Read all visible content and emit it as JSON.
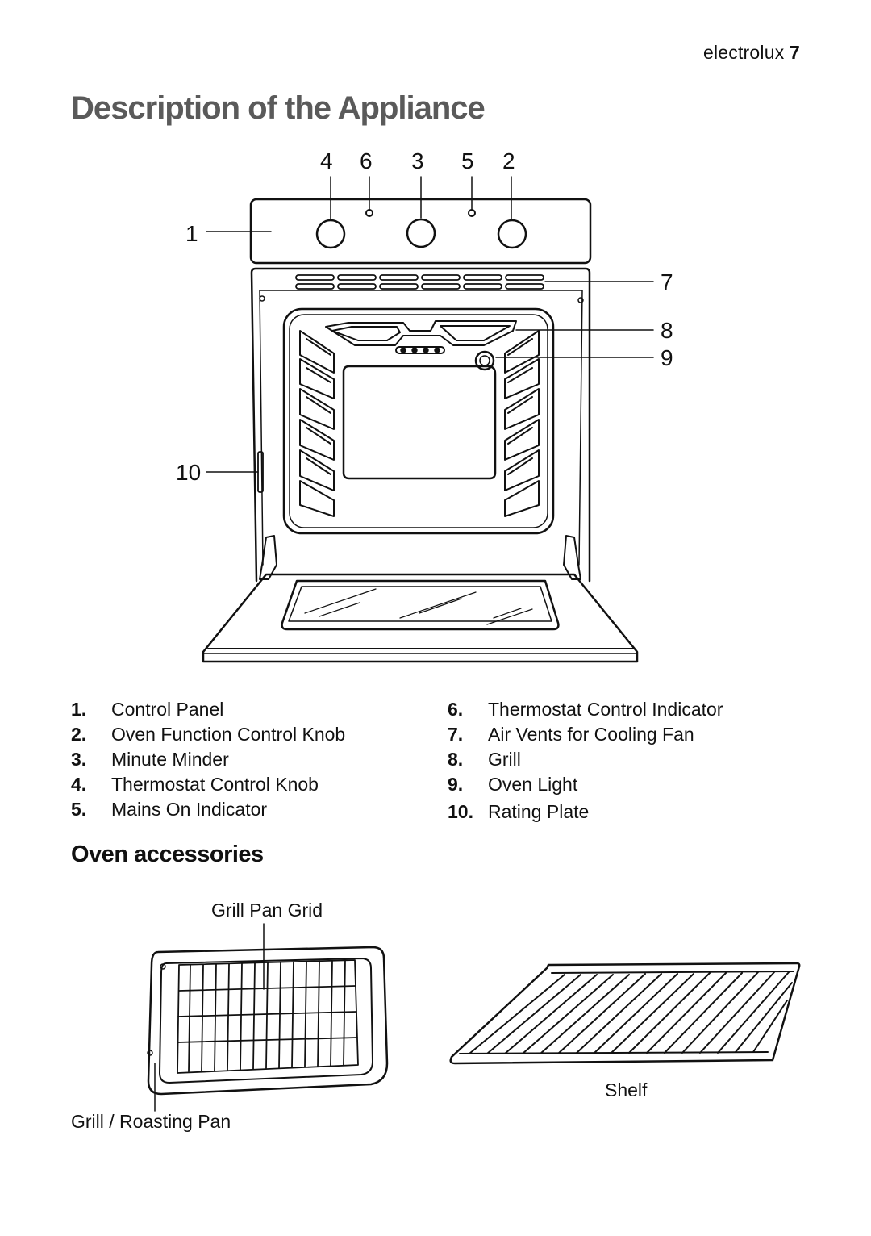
{
  "header": {
    "brand": "electrolux",
    "page_number": "7"
  },
  "title": "Description of the Appliance",
  "callouts": [
    "1",
    "2",
    "3",
    "4",
    "5",
    "6",
    "7",
    "8",
    "9",
    "10"
  ],
  "legend": [
    {
      "num": "1.",
      "label": "Control Panel"
    },
    {
      "num": "2.",
      "label": "Oven Function Control Knob"
    },
    {
      "num": "3.",
      "label": "Minute Minder"
    },
    {
      "num": "4.",
      "label": "Thermostat Control Knob"
    },
    {
      "num": "5.",
      "label": "Mains On Indicator"
    },
    {
      "num": "6.",
      "label": "Thermostat Control Indicator"
    },
    {
      "num": "7.",
      "label": "Air Vents for Cooling Fan"
    },
    {
      "num": "8.",
      "label": "Grill"
    },
    {
      "num": "9.",
      "label": "Oven Light"
    },
    {
      "num": "10.",
      "label": "Rating Plate"
    }
  ],
  "accessories": {
    "title": "Oven accessories",
    "grill_pan_grid": "Grill Pan Grid",
    "grill_roasting_pan": "Grill / Roasting Pan",
    "shelf": "Shelf"
  }
}
